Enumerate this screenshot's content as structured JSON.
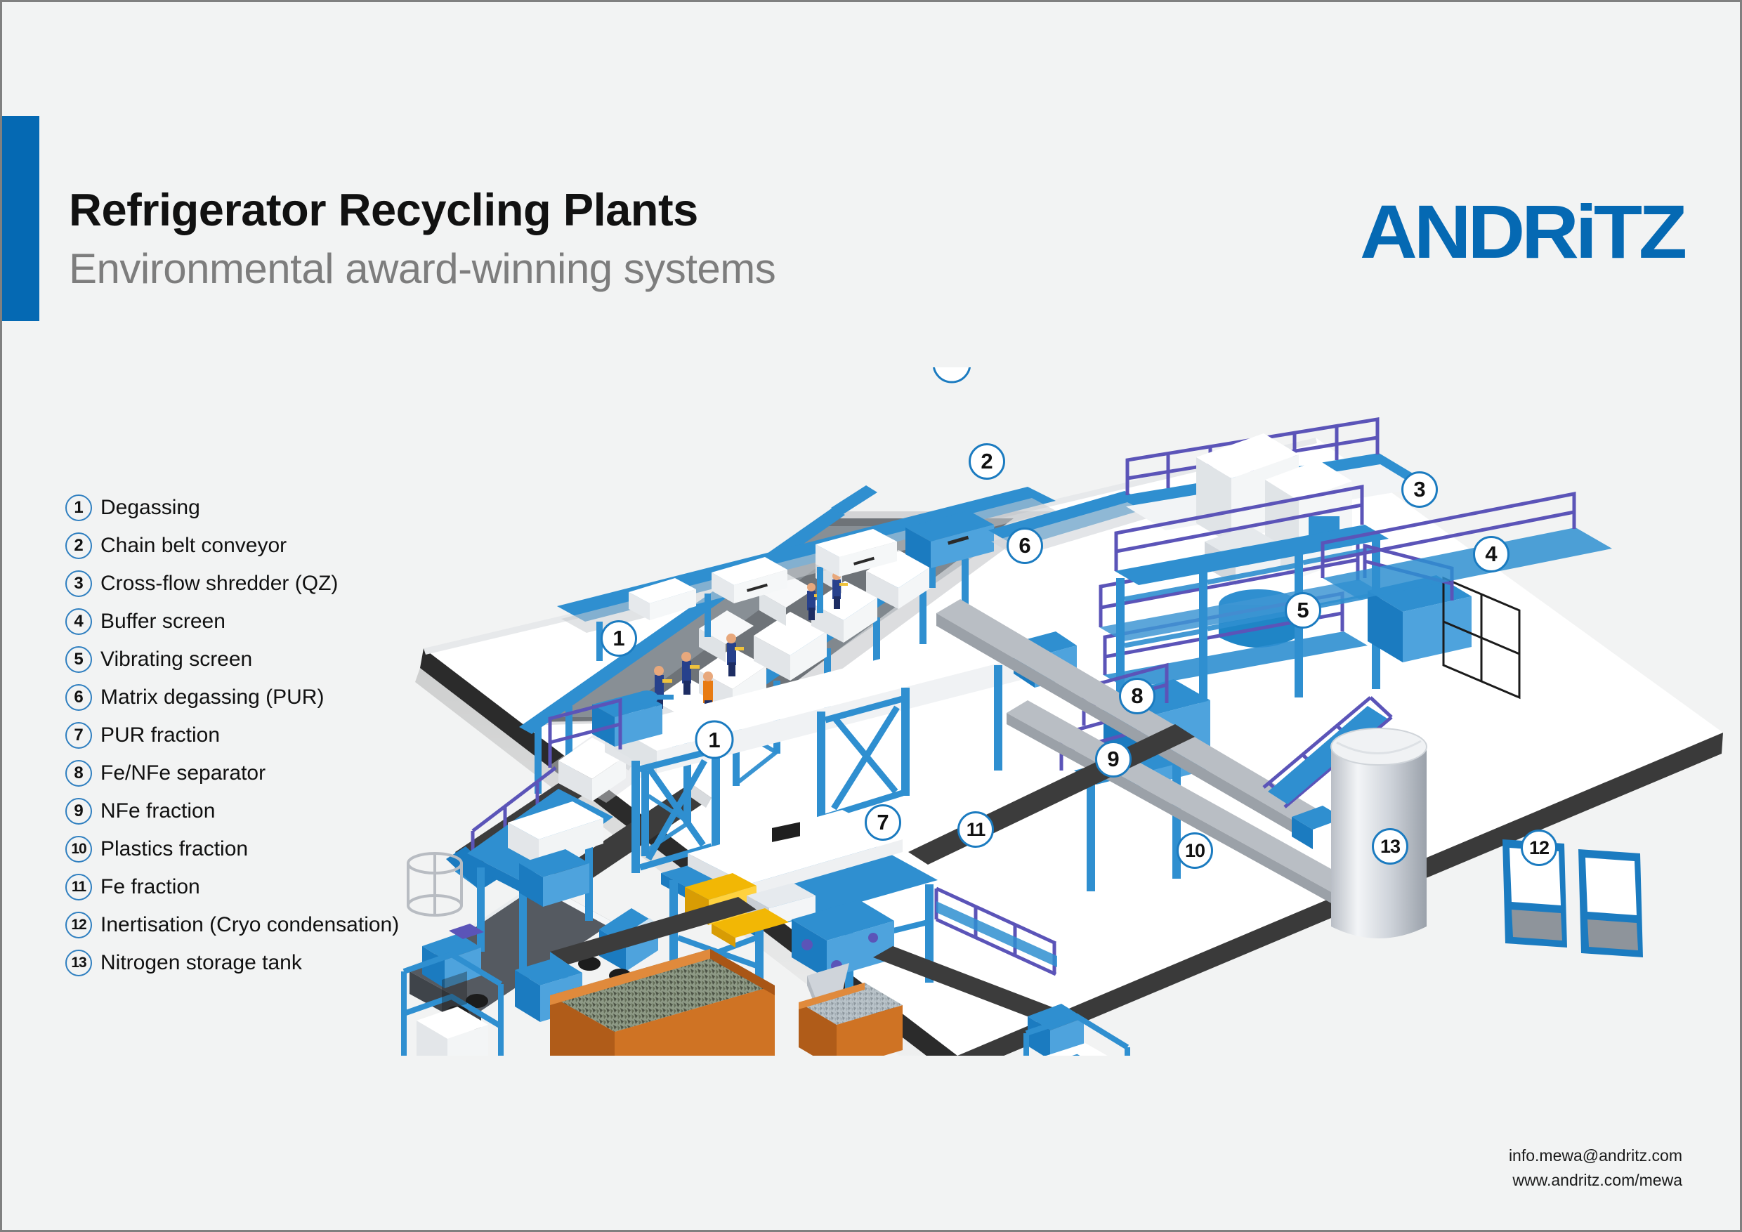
{
  "header": {
    "title": "Refrigerator Recycling Plants",
    "subtitle": "Environmental award-winning systems",
    "logo_text": "ANDRiTZ",
    "accent_color": "#0569b3"
  },
  "legend": {
    "items": [
      {
        "num": "1",
        "label": "Degassing"
      },
      {
        "num": "2",
        "label": "Chain belt conveyor"
      },
      {
        "num": "3",
        "label": "Cross-flow shredder (QZ)"
      },
      {
        "num": "4",
        "label": "Buffer screen"
      },
      {
        "num": "5",
        "label": "Vibrating screen"
      },
      {
        "num": "6",
        "label": "Matrix degassing (PUR)"
      },
      {
        "num": "7",
        "label": "PUR fraction"
      },
      {
        "num": "8",
        "label": "Fe/NFe separator"
      },
      {
        "num": "9",
        "label": "NFe fraction"
      },
      {
        "num": "10",
        "label": "Plastics fraction"
      },
      {
        "num": "11",
        "label": "Fe fraction"
      },
      {
        "num": "12",
        "label": "Inertisation (Cryo condensation)"
      },
      {
        "num": "13",
        "label": "Nitrogen storage tank"
      }
    ]
  },
  "illustration": {
    "description": "Isometric 3D rendering of a refrigerator recycling plant on a white slab base",
    "callouts": [
      {
        "num": "1",
        "name": "degassing-station"
      },
      {
        "num": "2",
        "name": "chain-belt-conveyor"
      },
      {
        "num": "3",
        "name": "cross-flow-shredder"
      },
      {
        "num": "4",
        "name": "buffer-screen"
      },
      {
        "num": "5",
        "name": "vibrating-screen"
      },
      {
        "num": "6",
        "name": "matrix-degassing"
      },
      {
        "num": "7",
        "name": "pur-fraction-bag"
      },
      {
        "num": "8",
        "name": "fe-nfe-separator"
      },
      {
        "num": "9",
        "name": "nfe-fraction-bin"
      },
      {
        "num": "10",
        "name": "plastics-fraction-bag"
      },
      {
        "num": "11",
        "name": "fe-fraction-container"
      },
      {
        "num": "12",
        "name": "inertisation-units"
      },
      {
        "num": "13",
        "name": "nitrogen-storage-tank"
      }
    ],
    "colors": {
      "steel_blue": "#2f8fd0",
      "deep_blue": "#1b7bc0",
      "rail_violet": "#5b54b8",
      "belt_dark": "#3a3a3a",
      "container_orange": "#c4671f",
      "base_dark": "#2b2b2b",
      "machine_white": "#ffffff"
    }
  },
  "footer": {
    "email": "info.mewa@andritz.com",
    "website": "www.andritz.com/mewa"
  }
}
